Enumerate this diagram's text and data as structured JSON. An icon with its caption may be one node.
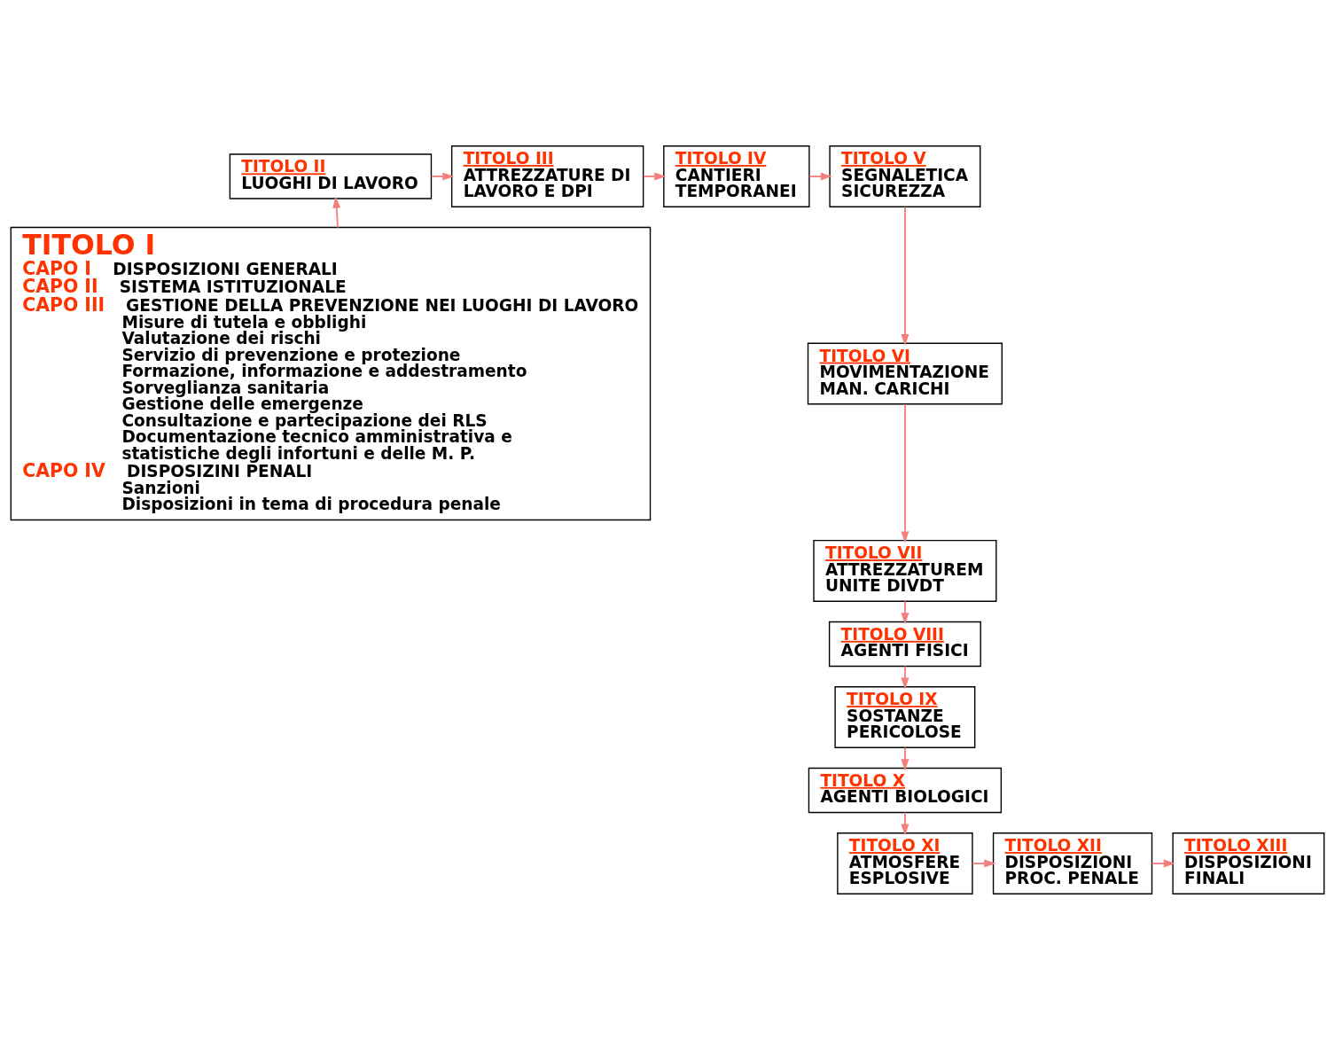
{
  "diagram": {
    "nodes": [
      {
        "text": [
          "TITOLO I",
          "CAPO I",
          "DISPOSIZIONI GENERALI",
          "CAPO II",
          "SISTEMA ISTITUZIONALE",
          "CAPO III",
          "GESTIONE DELLA PREVENZIONE NEI LUOGHI DI LAVORO",
          "Misure di tutela e obblighi",
          "Valutazione dei rischi",
          "Servizio di prevenzione e protezione",
          "Formazione, informazione e addestramento",
          "Sorveglianza sanitaria",
          "Gestione delle emergenze",
          "Consultazione e partecipazione dei RLS",
          "Documentazione tecnico amministrativa e statistiche degli infortuni e delle M. P.",
          "CAPO IV",
          "DISPOSIZINI PENALI",
          "Sanzioni",
          "Disposizioni in tema di procedura penale"
        ]
      },
      {
        "text": [
          "TITOLO II",
          "LUOGHI DI LAVORO"
        ]
      },
      {
        "text": [
          "TITOLO III",
          "ATTREZZATURE DI LAVORO E DPI"
        ]
      },
      {
        "text": [
          "TITOLO IV",
          "CANTIERI TEMPORANEI"
        ]
      },
      {
        "text": [
          "TITOLO V",
          "SEGNALETICA SICUREZZA"
        ]
      },
      {
        "text": [
          "TITOLO VI",
          "MOVIMENTAZIONE MAN. CARICHI"
        ]
      },
      {
        "text": [
          "TITOLO VII",
          "ATTREZZATUREM UNITE DIVDT"
        ]
      },
      {
        "text": [
          "TITOLO VIII",
          "AGENTI FISICI"
        ]
      },
      {
        "text": [
          "TITOLO IX",
          "SOSTANZE PERICOLOSE"
        ]
      },
      {
        "text": [
          "TITOLO X",
          "AGENTI BIOLOGICI"
        ]
      },
      {
        "text": [
          "TITOLO XI",
          "ATMOSFERE ESPLOSIVE"
        ]
      },
      {
        "text": [
          "TITOLO XII",
          "DISPOSIZIONI PROC. PENALE"
        ]
      },
      {
        "text": [
          "TITOLO XIII",
          "DISPOSIZIONI FINALI"
        ]
      }
    ],
    "edges": [
      {
        "from": 0,
        "to": 1,
        "arrow": "to"
      },
      {
        "from": 1,
        "to": 2,
        "arrow": "to"
      },
      {
        "from": 2,
        "to": 3,
        "arrow": "to"
      },
      {
        "from": 3,
        "to": 4,
        "arrow": "to"
      },
      {
        "from": 4,
        "to": 5,
        "arrow": "to"
      },
      {
        "from": 5,
        "to": 6,
        "arrow": "to"
      },
      {
        "from": 6,
        "to": 7,
        "arrow": "to"
      },
      {
        "from": 7,
        "to": 8,
        "arrow": "to"
      },
      {
        "from": 8,
        "to": 9,
        "arrow": "to"
      },
      {
        "from": 9,
        "to": 10,
        "arrow": "to"
      },
      {
        "from": 10,
        "to": 11,
        "arrow": "to"
      },
      {
        "from": 11,
        "to": 12,
        "arrow": "to"
      }
    ]
  }
}
